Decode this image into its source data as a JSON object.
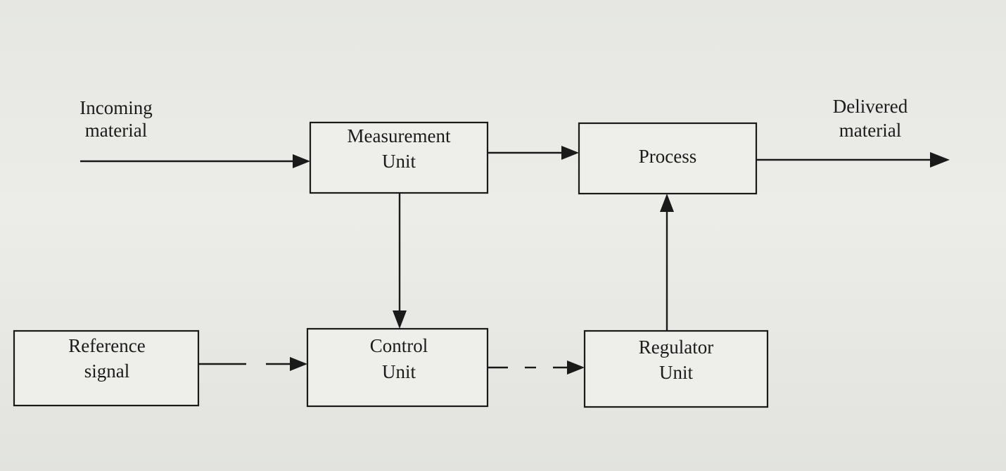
{
  "incoming": {
    "line1": "Incoming",
    "line2": "material"
  },
  "delivered": {
    "line1": "Delivered",
    "line2": "material"
  },
  "measurement": {
    "line1": "Measurement",
    "line2": "Unit"
  },
  "process": {
    "label": "Process"
  },
  "reference": {
    "line1": "Reference",
    "line2": "signal"
  },
  "control": {
    "line1": "Control",
    "line2": "Unit"
  },
  "regulator": {
    "line1": "Regulator",
    "line2": "Unit"
  }
}
